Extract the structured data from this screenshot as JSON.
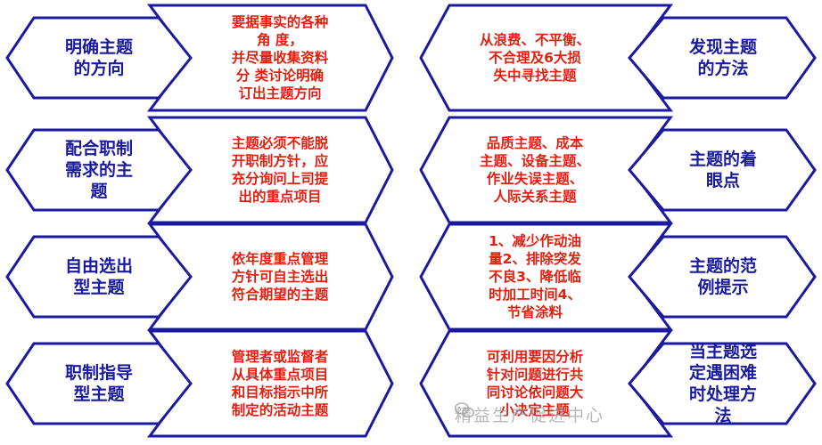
{
  "colors": {
    "stroke": "#1a1aa0",
    "fill": "#ffffff",
    "blue_text": "#1a1aa0",
    "red_text": "#e02010"
  },
  "rows": [
    {
      "left_title": "明确主题\n的方向",
      "left_desc": "要据事实的各种\n角  度，\n并尽量收集资料\n分  类讨论明确\n订出主题方向",
      "right_desc": "从浪费、不平衡、\n不合理及6大损\n失中寻找主题",
      "right_title": "发现主题\n的方法"
    },
    {
      "left_title": "配合职制\n需求的主\n题",
      "left_desc": "主题必须不能脱\n开职制方针，应\n充分询问上司提\n出的重点项目",
      "right_desc": "品质主题、成本\n主题、设备主题、\n作业失误主题、\n人际关系主题",
      "right_title": "主题的着\n眼点"
    },
    {
      "left_title": "自由选出\n型主题",
      "left_desc": "依年度重点管理\n方针可自主选出\n符合期望的主题",
      "right_desc": "1、减少作动油\n量2、排除突发\n不良3、降低临\n时加工时间4、\n节省涂料",
      "right_title": "主题的范\n例提示"
    },
    {
      "left_title": "职制指导\n型主题",
      "left_desc": "管理者或监督者\n从具体重点项目\n和目标指示中所\n制定的活动主题",
      "right_desc": "可利用要因分析\n针对问题进行共\n同讨论依问题大\n小决定主题",
      "right_title": "当主题选\n定遇困难\n时处理方\n法"
    }
  ],
  "watermark": {
    "icon": "wechat-icon",
    "text": "精益生产促进中心"
  }
}
